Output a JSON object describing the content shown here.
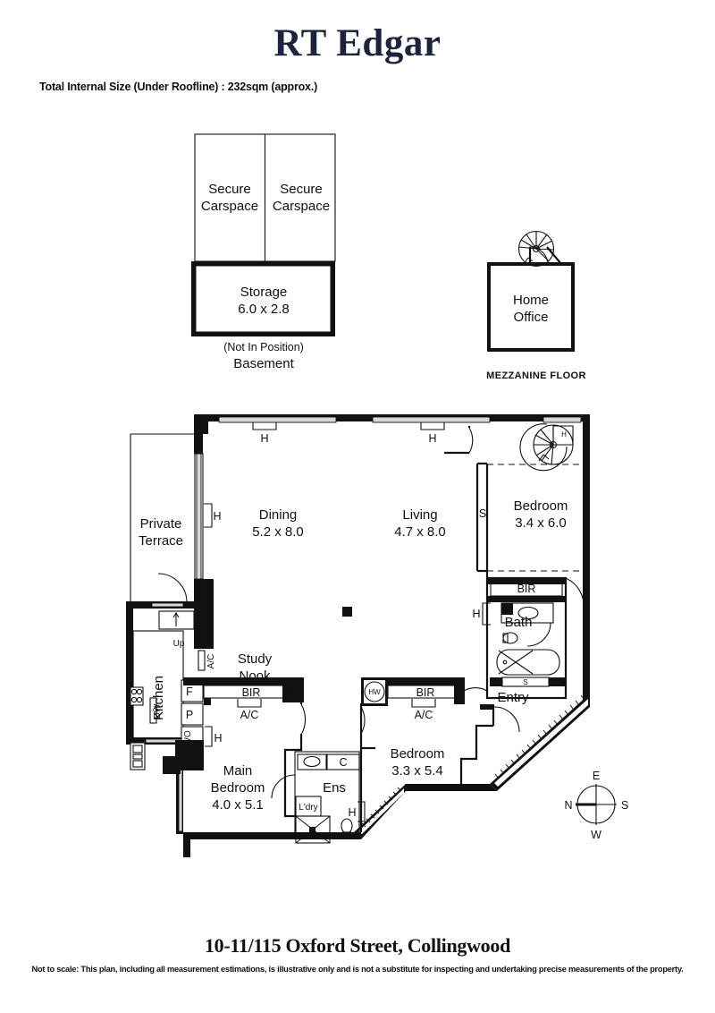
{
  "header": {
    "brand": "RT Edgar",
    "size_note": "Total Internal Size (Under Roofline) : 232sqm (approx.)"
  },
  "footer": {
    "address": "10-11/115 Oxford Street, Collingwood",
    "disclaimer": "Not to scale: This plan, including all measurement estimations, is illustrative only and is not a substitute for inspecting and undertaking precise measurements of the property."
  },
  "basement": {
    "floor_label": "Basement",
    "note": "(Not In Position)",
    "carspace_left_line1": "Secure",
    "carspace_left_line2": "Carspace",
    "carspace_right_line1": "Secure",
    "carspace_right_line2": "Carspace",
    "storage_label": "Storage",
    "storage_dims": "6.0 x 2.8"
  },
  "mezzanine": {
    "floor_label": "MEZZANINE FLOOR",
    "room_line1": "Home",
    "room_line2": "Office"
  },
  "main_floor": {
    "rooms": [
      {
        "name": "Private",
        "name2": "Terrace",
        "dims": ""
      },
      {
        "name": "Dining",
        "dims": "5.2 x 8.0"
      },
      {
        "name": "Living",
        "dims": "4.7 x 8.0"
      },
      {
        "name": "Bedroom",
        "dims": "3.4 x 6.0"
      },
      {
        "name": "Bedroom",
        "dims": "3.3 x 5.4"
      },
      {
        "name": "Main",
        "name2": "Bedroom",
        "dims": "4.0 x 5.1"
      }
    ],
    "terrace_line1": "Private",
    "terrace_line2": "Terrace",
    "dining_label": "Dining",
    "dining_dims": "5.2 x 8.0",
    "living_label": "Living",
    "living_dims": "4.7 x 8.0",
    "bedroom1_label": "Bedroom",
    "bedroom1_dims": "3.4 x 6.0",
    "bedroom2_label": "Bedroom",
    "bedroom2_dims": "3.3 x 5.4",
    "main_bedroom_line1": "Main",
    "main_bedroom_line2": "Bedroom",
    "main_bedroom_dims": "4.0 x 5.1",
    "study_line1": "Study",
    "study_line2": "Nook",
    "kitchen_label": "Kitchen",
    "entry_label": "Entry",
    "bath_label": "Bath",
    "ens_label": "Ens",
    "laundry_label": "L'dry",
    "up_label": "Up",
    "fixtures": {
      "fridge": "F",
      "pantry": "P",
      "wall_oven": "WO",
      "dishwasher": "DW",
      "hot_water": "HW",
      "cupboard": "C",
      "bir_bedroom2": "BIR",
      "bir_study": "BIR",
      "bir_bath": "BIR",
      "ac_study_top": "A/C",
      "ac_study_bottom": "A/C",
      "ac_bedroom2": "A/C",
      "window_h": "H",
      "shelf_s": "S"
    }
  },
  "compass": {
    "north": "N",
    "east": "E",
    "south": "S",
    "west": "W"
  }
}
